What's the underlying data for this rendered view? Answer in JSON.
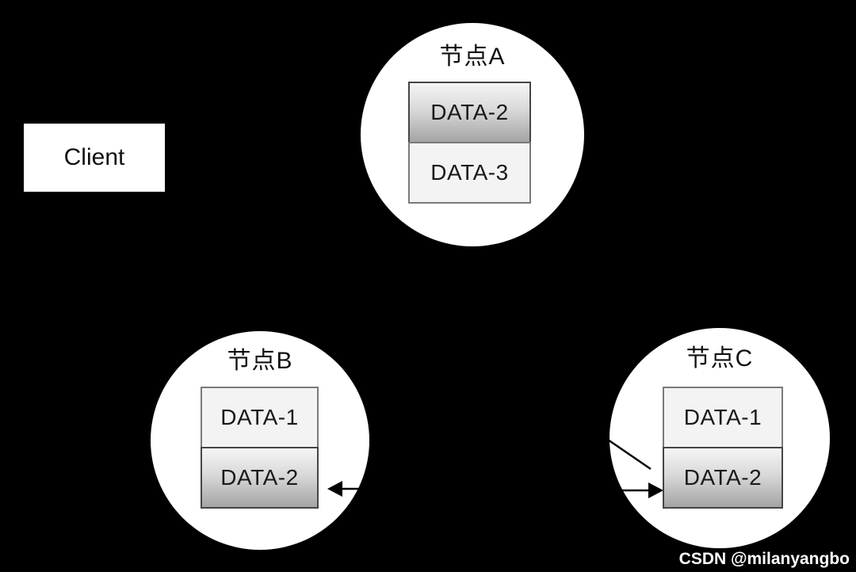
{
  "client": {
    "label": "Client"
  },
  "nodes": [
    {
      "id": "node-a",
      "title": "节点A",
      "blocks": [
        {
          "label": "DATA-2",
          "style": "gradient"
        },
        {
          "label": "DATA-3",
          "style": "flat"
        }
      ]
    },
    {
      "id": "node-b",
      "title": "节点B",
      "blocks": [
        {
          "label": "DATA-1",
          "style": "flat"
        },
        {
          "label": "DATA-2",
          "style": "gradient"
        }
      ]
    },
    {
      "id": "node-c",
      "title": "节点C",
      "blocks": [
        {
          "label": "DATA-1",
          "style": "flat"
        },
        {
          "label": "DATA-2",
          "style": "gradient"
        }
      ]
    }
  ],
  "arrows": [
    {
      "name": "arrow-into-node-b-data-2",
      "direction": "left"
    },
    {
      "name": "arrow-into-node-c-data-2",
      "direction": "right"
    },
    {
      "name": "line-into-node-c",
      "direction": "diagonal"
    }
  ],
  "watermark": {
    "text": "CSDN @milanyangbo"
  },
  "colors": {
    "background": "#000000",
    "circle_fill": "#ffffff",
    "flat_block_fill": "#f3f3f3",
    "gradient_block_top": "#f5f5f5",
    "gradient_block_bottom": "#a4a4a4",
    "text": "#111111",
    "arrow": "#000000",
    "watermark_text": "#ffffff"
  }
}
